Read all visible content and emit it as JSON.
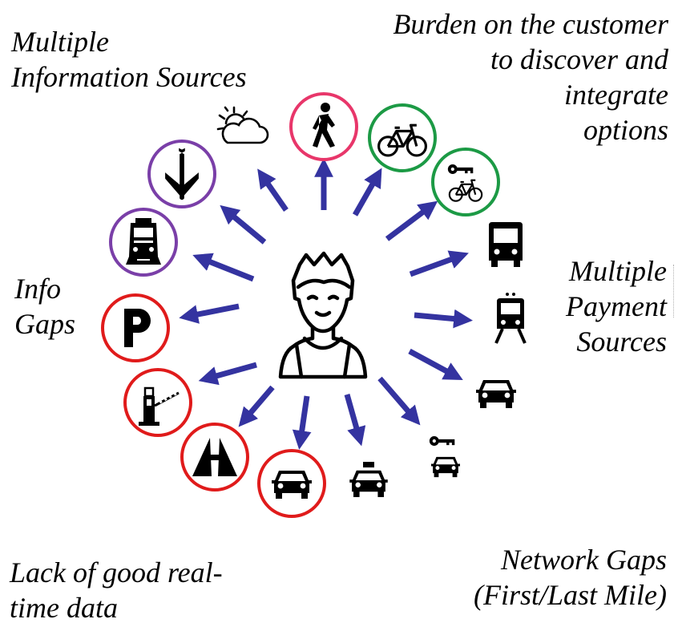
{
  "captions": {
    "top_left": [
      "Multiple",
      "Information Sources"
    ],
    "top_right": [
      "Burden on the customer",
      "to discover and",
      "integrate",
      "options"
    ],
    "mid_left": [
      "Info",
      "Gaps"
    ],
    "mid_right": [
      "Multiple",
      "Payment",
      "Sources"
    ],
    "bottom_left": [
      "Lack of good real-",
      "time data"
    ],
    "bottom_right": [
      "Network Gaps",
      "(First/Last Mile)"
    ]
  },
  "colors": {
    "arrow": "#3433a0",
    "info_source_ring": "#7a3fa8",
    "pedestrian_ring": "#e8366a",
    "bike_ring": "#1c9a45",
    "info_gap_ring": "#e01b1b",
    "icon": "#000000"
  },
  "center_icon": "person-icon",
  "spokes": [
    {
      "icon": "weather-icon",
      "ring": "none"
    },
    {
      "icon": "pedestrian-icon",
      "ring": "pedestrian"
    },
    {
      "icon": "bicycle-icon",
      "ring": "bike"
    },
    {
      "icon": "bike-share-icon",
      "ring": "bike"
    },
    {
      "icon": "bus-icon",
      "ring": "none"
    },
    {
      "icon": "train-icon",
      "ring": "none"
    },
    {
      "icon": "car-icon",
      "ring": "none"
    },
    {
      "icon": "car-share-icon",
      "ring": "none"
    },
    {
      "icon": "taxi-icon",
      "ring": "none"
    },
    {
      "icon": "car-icon",
      "ring": "info_gap"
    },
    {
      "icon": "highway-icon",
      "ring": "info_gap"
    },
    {
      "icon": "toll-gate-icon",
      "ring": "info_gap"
    },
    {
      "icon": "parking-icon",
      "ring": "info_gap"
    },
    {
      "icon": "locomotive-icon",
      "ring": "info_source"
    },
    {
      "icon": "airplane-icon",
      "ring": "info_source"
    }
  ]
}
